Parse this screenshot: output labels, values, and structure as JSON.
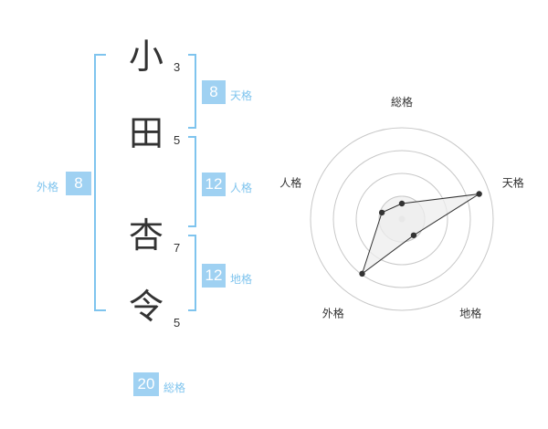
{
  "name": {
    "chars": [
      "小",
      "田",
      "杏",
      "令"
    ],
    "strokes": [
      "3",
      "5",
      "7",
      "5"
    ]
  },
  "kakusu": {
    "gaikaku": {
      "label": "外格",
      "value": "8"
    },
    "tenkaku": {
      "label": "天格",
      "value": "8"
    },
    "jinkaku": {
      "label": "人格",
      "value": "12"
    },
    "chikaku": {
      "label": "地格",
      "value": "12"
    },
    "soukaku": {
      "label": "総格",
      "value": "20"
    }
  },
  "chart_data": {
    "type": "radar",
    "axes": [
      "総格",
      "天格",
      "地格",
      "外格",
      "人格"
    ],
    "values": [
      0.17,
      0.89,
      0.22,
      0.74,
      0.23
    ],
    "rmax": 1,
    "rings": 4,
    "colors": {
      "ring": "#c8c8c8",
      "fill": "#eeeeee",
      "line": "#333333",
      "point": "#333333",
      "center": "#d8d8d8"
    }
  },
  "colors": {
    "bracket": "#7fc4ee",
    "box": "#9fd1f2"
  }
}
